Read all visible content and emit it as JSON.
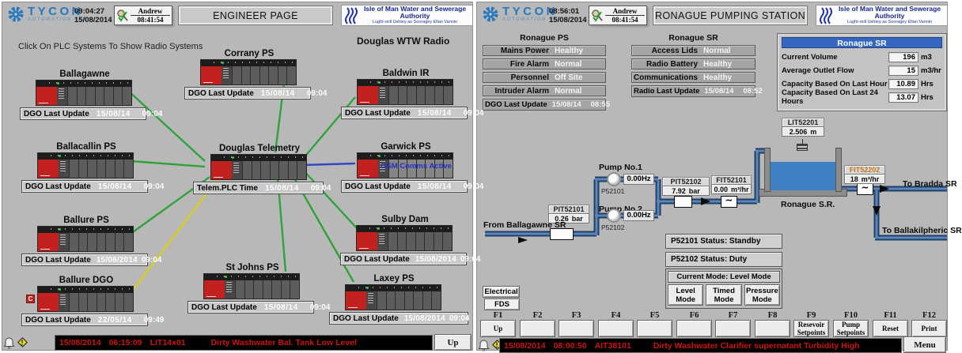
{
  "shared": {
    "logo": {
      "title": "TYCON",
      "subtitle": "AUTOMATION LTD"
    },
    "authority": {
      "name": "Isle of Man Water and Sewerage Authority",
      "subtitle": "Lught-reill Ushtey as Sooragey Ellan Vannin"
    }
  },
  "colors": {
    "link_green": "#2fa33a",
    "link_blue": "#3347c6",
    "link_yellow": "#d6cf1d",
    "header_blue": "#3667c0",
    "alarm_text": "#cc1414",
    "fit_tag_orange": "#c07820",
    "water_blue": "#3f7fc4"
  },
  "left": {
    "header": {
      "time": "09:04:27",
      "date": "15/08/2014",
      "user": "Andrew",
      "login_time": "08:41:54"
    },
    "page_title": "ENGINEER PAGE",
    "hint": "Click On PLC Systems To Show Radio Systems",
    "radio_title": "Douglas WTW Radio",
    "stations": [
      {
        "name": "Ballagawne",
        "link": "green",
        "update_label": "DGO Last Update",
        "date": "15/08/14",
        "time": "09:04"
      },
      {
        "name": "Corrany PS",
        "link": "green",
        "update_label": "DGO Last Update",
        "date": "15/08/14",
        "time": "09:04"
      },
      {
        "name": "Baldwin IR",
        "link": "green",
        "update_label": "DGO Last Update",
        "date": "15/08/14",
        "time": "09:04"
      },
      {
        "name": "Ballacallin PS",
        "link": "green",
        "update_label": "DGO Last Update",
        "date": "15/08/14",
        "time": "09:04"
      },
      {
        "name": "Douglas Telemetry",
        "link": null,
        "update_label": "Telem.PLC Time",
        "date": "15/08/14",
        "time": "09:04"
      },
      {
        "name": "Garwick PS",
        "link": "blue",
        "update_label": "DGO Last Update",
        "date": "15/08/14",
        "time": "09:04",
        "overlay": "GSM Comms Active",
        "light": true
      },
      {
        "name": "Ballure PS",
        "link": "green",
        "update_label": "DGO Last Update",
        "date": "15/08/2014",
        "time": "09:04",
        "compact": true
      },
      {
        "name": "Sulby Dam",
        "link": "green",
        "update_label": "DGO Last Update",
        "date": "15/08/2014",
        "time": "09:04",
        "compact": true
      },
      {
        "name": "St Johns PS",
        "link": "green",
        "update_label": "DGO Last Update",
        "date": "15/08/14",
        "time": "09:04"
      },
      {
        "name": "Laxey PS",
        "link": "green",
        "update_label": "DGO Last Update",
        "date": "15/08/2014",
        "time": "09:04",
        "compact": true
      },
      {
        "name": "Ballure DGO",
        "link": "yellow",
        "update_label": "DGO Last Update",
        "date": "22/05/14",
        "time": "09:49",
        "badge": "C"
      }
    ],
    "alarm": {
      "date": "15/08/2014",
      "time": "06:15:09",
      "tag": "LIT14x01",
      "message": "Dirty Washwater Bal. Tank Low Level"
    },
    "up_label": "Up"
  },
  "right": {
    "header": {
      "time": "08:56:01",
      "date": "15/08/2014",
      "user": "Andrew",
      "login_time": "08:41:54"
    },
    "page_title": "RONAGUE PUMPING STATION",
    "ronague_ps": {
      "title": "Ronague PS",
      "rows": [
        {
          "label": "Mains Power",
          "value": "Healthy"
        },
        {
          "label": "Fire Alarm",
          "value": "Normal"
        },
        {
          "label": "Personnel",
          "value": "Off Site"
        },
        {
          "label": "Intruder Alarm",
          "value": "Normal"
        }
      ],
      "update": {
        "label": "DGO Last Update",
        "date": "15/08/14",
        "time": "08:55"
      }
    },
    "ronague_sr_status": {
      "title": "Ronague SR",
      "rows": [
        {
          "label": "Access Lids",
          "value": "Normal"
        },
        {
          "label": "Radio Battery",
          "value": "Healthy"
        },
        {
          "label": "Communications",
          "value": "Healthy"
        }
      ],
      "update": {
        "label": "Radio Last Update",
        "date": "15/08/14",
        "time": "08:52"
      }
    },
    "ronague_sr_data": {
      "title": "Ronague SR",
      "rows": [
        {
          "label": "Current Volume",
          "value": "196",
          "unit": "m3"
        },
        {
          "label": "Average Outlet Flow",
          "value": "15",
          "unit": "m3/hr"
        },
        {
          "label": "Capacity Based On Last Hour",
          "value": "10.89",
          "unit": "Hrs"
        },
        {
          "label": "Capacity Based On Last 24 Hours",
          "value": "13.07",
          "unit": "Hrs"
        }
      ]
    },
    "process": {
      "inlet_label": "From Ballagawne SR",
      "pumps": [
        {
          "name": "Pump No.1",
          "tag": "P52101",
          "freq": "0.00",
          "freq_unit": "Hz"
        },
        {
          "name": "Pump No.2",
          "tag": "P52102",
          "freq": "0.00",
          "freq_unit": "Hz"
        }
      ],
      "sensors": {
        "pit52101": {
          "tag": "PIT52101",
          "value": "0.26",
          "unit": "bar"
        },
        "pit52102": {
          "tag": "PIT52102",
          "value": "7.92",
          "unit": "bar"
        },
        "fit52101": {
          "tag": "FIT52101",
          "value": "0.00",
          "unit": "m³/hr"
        },
        "lit52201": {
          "tag": "LIT52201",
          "value": "2.506",
          "unit": "m"
        },
        "fit52202": {
          "tag": "FIT52202",
          "value": "18",
          "unit": "m³/hr"
        }
      },
      "tank_label": "Ronague S.R.",
      "to_bradda": "To Bradda SR",
      "to_ballakilpheric": "To Ballakilpheric SR",
      "statuses": [
        "P52101 Status: Standby",
        "P52102 Status: Duty"
      ],
      "current_mode": "Current Mode: Level Mode",
      "mode_buttons": [
        "Level Mode",
        "Timed Mode",
        "Pressure Mode"
      ]
    },
    "electrical_label": "Electrical",
    "fds_label": "FDS",
    "fkeys": [
      {
        "key": "F1",
        "label": "Up"
      },
      {
        "key": "F2",
        "label": ""
      },
      {
        "key": "F3",
        "label": ""
      },
      {
        "key": "F4",
        "label": ""
      },
      {
        "key": "F5",
        "label": ""
      },
      {
        "key": "F6",
        "label": ""
      },
      {
        "key": "F7",
        "label": ""
      },
      {
        "key": "F8",
        "label": ""
      },
      {
        "key": "F9",
        "label": "Resevoir Setpoints"
      },
      {
        "key": "F10",
        "label": "Pump Setpoints"
      },
      {
        "key": "F11",
        "label": "Reset"
      },
      {
        "key": "F12",
        "label": "Print"
      }
    ],
    "alarm": {
      "date": "15/08/2014",
      "time": "08:00:50",
      "tag": "AIT38101",
      "message": "Dirty Washwater Clarifier supernatant Turbidity High"
    },
    "menu_label": "Menu"
  }
}
